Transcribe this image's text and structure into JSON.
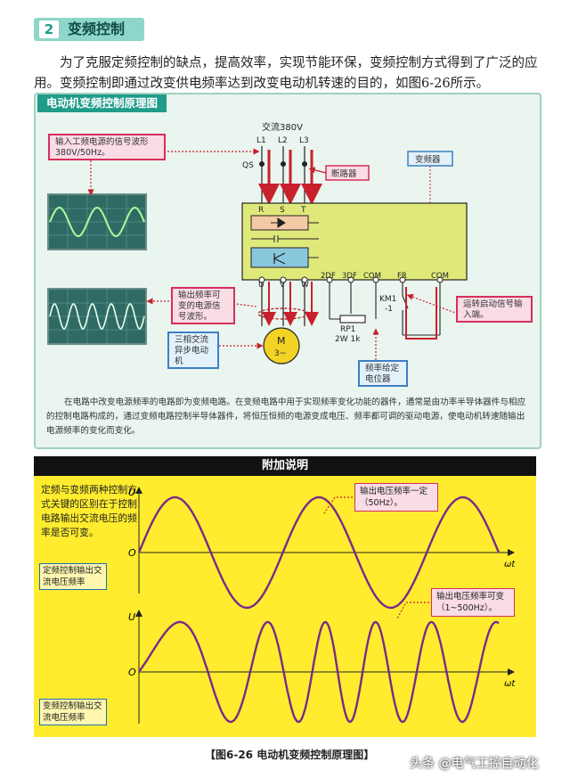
{
  "section": {
    "number": "2",
    "title": "变频控制"
  },
  "intro_paragraph": "为了克服定频控制的缺点，提高效率，实现节能环保，变频控制方式得到了广泛的应用。变频控制即通过改变供电频率达到改变电动机转速的目的，如图6-26所示。",
  "diagram": {
    "title": "电动机变频控制原理图",
    "supply_label": "交流380V",
    "phase_labels": [
      "L1",
      "L2",
      "L3"
    ],
    "qs_label": "QS",
    "breaker_label": "断路器",
    "inverter_label": "变频器",
    "input_terminals": [
      "R",
      "S",
      "T"
    ],
    "output_terminals": [
      "U",
      "V",
      "W"
    ],
    "control_terminals": [
      "2DF",
      "3DF",
      "COM",
      "FR",
      "COM"
    ],
    "km_label": "KM1\n-1",
    "rp_label": "RP1",
    "rp_spec": "2W  1k",
    "motor_label": "M",
    "motor_sub": "3~",
    "callout_input": "输入工频电源的信号波形380V/50Hz。",
    "callout_output": "输出频率可变的电源信号波形。",
    "callout_motor": "三相交流异步电动机",
    "callout_start": "运转启动信号输入端。",
    "callout_pot": "频率给定电位器",
    "note": "在电路中改变电源频率的电路即为变频电路。在变频电路中用于实现频率变化功能的器件，通常是由功率半导体器件与相应的控制电路构成的，通过变频电路控制半导体器件，将恒压恒频的电源变成电压、频率都可调的驱动电源，使电动机转速随输出电源频率的变化而变化。"
  },
  "additional": {
    "header": "附加说明",
    "explanation": "定频与变频两种控制方式关键的区别在于控制电路输出交流电压的频率是否可变。",
    "label_fixed": "定频控制输出交流电压频率",
    "label_variable": "变频控制输出交流电压频率",
    "callout_fixed": "输出电压频率一定（50Hz）。",
    "callout_variable": "输出电压频率可变（1~500Hz）。",
    "axis_u": "U",
    "axis_origin": "O",
    "axis_t": "ωt"
  },
  "caption": "【图6-26   电动机变频控制原理图】",
  "watermark": "头条 @电气工控自动化",
  "colors": {
    "accent": "#1f9c8a",
    "callout_border": "#d62f5c",
    "arrow_red": "#c8202c",
    "inverter_fill": "#dfe97a",
    "yellow_panel": "#ffec2e"
  }
}
